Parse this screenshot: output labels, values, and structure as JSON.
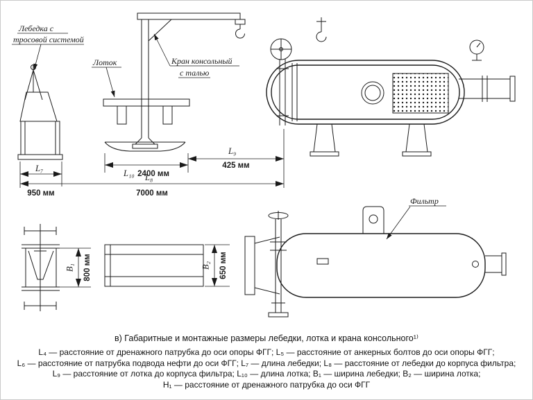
{
  "labels": {
    "winch_line1": "Лебедка с",
    "winch_line2": "тросовой системой",
    "tray": "Лоток",
    "crane_line1": "Кран консольный",
    "crane_line2": "с талью",
    "filter": "Фильтр"
  },
  "dims": {
    "L7": {
      "label": "L₇",
      "value": "950 мм"
    },
    "L8": {
      "label": "L₈",
      "value": "7000 мм"
    },
    "L9": {
      "label": "L₉",
      "value": "425 мм"
    },
    "L10": {
      "label": "L₁₀",
      "value": "2400 мм"
    },
    "B1": {
      "label": "B₁",
      "value": "800 мм"
    },
    "B2": {
      "label": "B₂",
      "value": "650 мм"
    }
  },
  "caption": "в) Габаритные и монтажные размеры лебедки, лотка и крана консольного¹⁾",
  "legend": [
    "L₄ — расстояние от дренажного патрубка до оси опоры ФГГ; L₅ — расстояние от анкерных болтов до оси опоры ФГГ;",
    "L₆ — расстояние от патрубка подвода нефти до оси ФГГ; L₇ — длина лебедки; L₈ — расстояние от лебедки до корпуса фильтра;",
    "L₉ — расстояние от лотка до корпуса фильтра; L₁₀ — длина лотка; B₁ — ширина лебедки; B₂ — ширина лотка;",
    "H₁ — расстояние от дренажного патрубка до оси ФГГ"
  ]
}
